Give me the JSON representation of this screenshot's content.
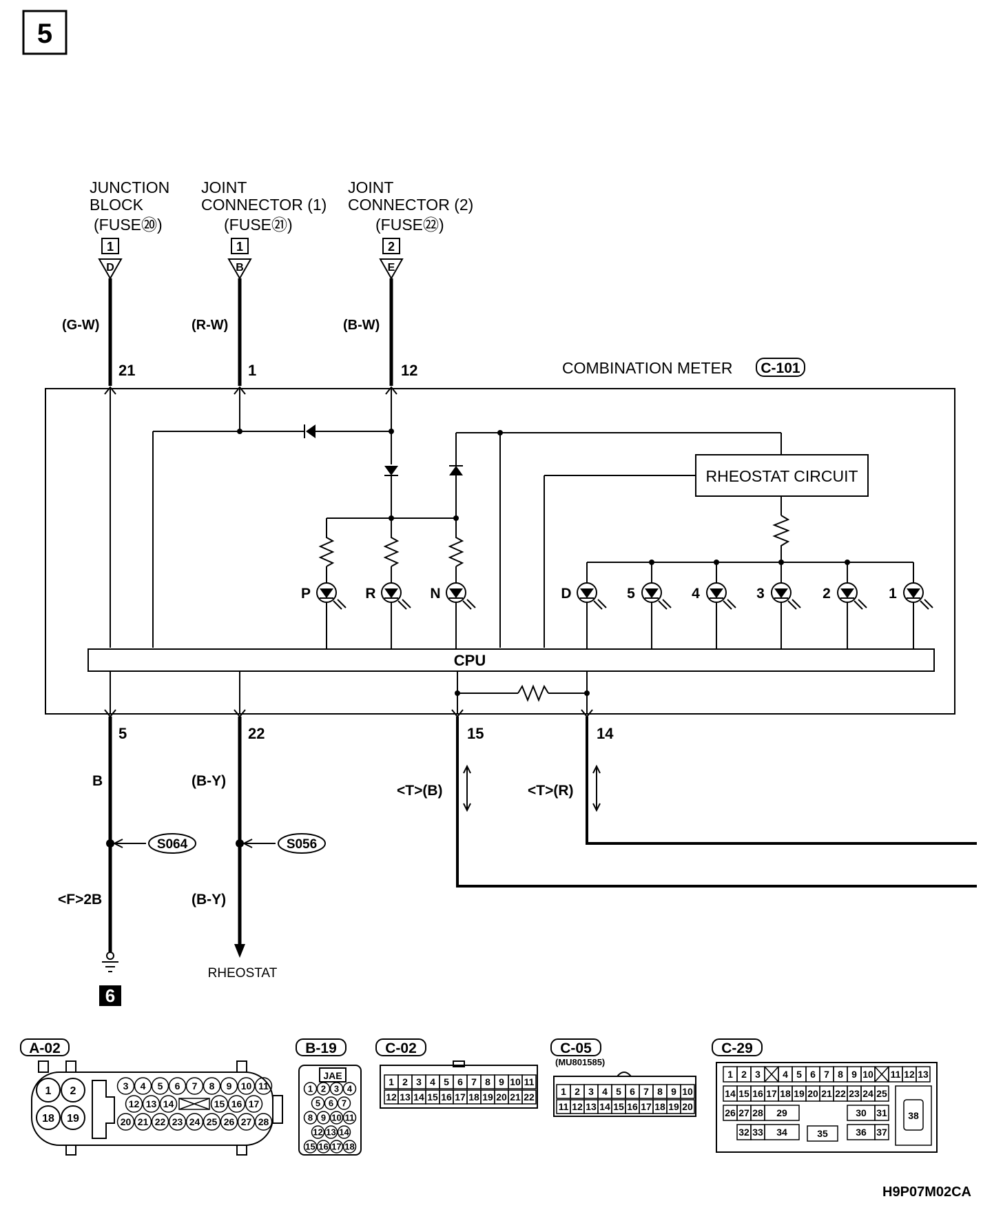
{
  "page_number": "5",
  "next_page": "6",
  "figure_code": "H9P07M02CA",
  "sources": [
    {
      "title_lines": [
        "JUNCTION",
        "BLOCK",
        "(FUSE⑳)"
      ],
      "box": "1",
      "terminal": "D",
      "wire": "(G-W)",
      "pin": "21"
    },
    {
      "title_lines": [
        "JOINT",
        "CONNECTOR (1)",
        "(FUSE㉑)"
      ],
      "box": "1",
      "terminal": "B",
      "wire": "(R-W)",
      "pin": "1"
    },
    {
      "title_lines": [
        "JOINT",
        "CONNECTOR (2)",
        "(FUSE㉒)"
      ],
      "box": "2",
      "terminal": "E",
      "wire": "(B-W)",
      "pin": "12"
    }
  ],
  "meter": {
    "label": "COMBINATION METER",
    "connector": "C-101"
  },
  "rheostat_circuit": "RHEOSTAT CIRCUIT",
  "cpu": "CPU",
  "lamps": [
    "P",
    "R",
    "N",
    "D",
    "5",
    "4",
    "3",
    "2",
    "1"
  ],
  "outputs": [
    {
      "pin": "5",
      "wire": "B",
      "splice": "S064",
      "wire2": "<F>2B"
    },
    {
      "pin": "22",
      "wire": "(B-Y)",
      "splice": "S056",
      "wire2": "(B-Y)",
      "dest": "RHEOSTAT"
    },
    {
      "pin": "15",
      "wire": "<T>(B)"
    },
    {
      "pin": "14",
      "wire": "<T>(R)"
    }
  ],
  "connectors": {
    "a02": {
      "label": "A-02",
      "big": [
        "1",
        "2",
        "18",
        "19"
      ],
      "row1": [
        "3",
        "4",
        "5",
        "6",
        "7",
        "8",
        "9",
        "10",
        "11"
      ],
      "row2a": [
        "12",
        "13",
        "14"
      ],
      "row2b": [
        "15",
        "16",
        "17"
      ],
      "row3": [
        "20",
        "21",
        "22",
        "23",
        "24",
        "25",
        "26",
        "27",
        "28"
      ]
    },
    "b19": {
      "label": "B-19",
      "tag": "JAE",
      "rows": [
        [
          "1",
          "2",
          "3",
          "4"
        ],
        [
          "5",
          "6",
          "7"
        ],
        [
          "8",
          "9",
          "10",
          "11"
        ],
        [
          "12",
          "13",
          "14"
        ],
        [
          "15",
          "16",
          "17",
          "18"
        ]
      ]
    },
    "c02": {
      "label": "C-02",
      "row1": [
        "1",
        "2",
        "3",
        "4",
        "5",
        "6",
        "7",
        "8",
        "9",
        "10",
        "11"
      ],
      "row2": [
        "12",
        "13",
        "14",
        "15",
        "16",
        "17",
        "18",
        "19",
        "20",
        "21",
        "22"
      ]
    },
    "c05": {
      "label": "C-05",
      "part": "(MU801585)",
      "row1": [
        "1",
        "2",
        "3",
        "4",
        "5",
        "6",
        "7",
        "8",
        "9",
        "10"
      ],
      "row2": [
        "11",
        "12",
        "13",
        "14",
        "15",
        "16",
        "17",
        "18",
        "19",
        "20"
      ]
    },
    "c29": {
      "label": "C-29",
      "row1": [
        "1",
        "2",
        "3",
        "",
        "4",
        "5",
        "6",
        "7",
        "8",
        "9",
        "10",
        "",
        "11",
        "12",
        "13"
      ],
      "row2": [
        "14",
        "15",
        "16",
        "17",
        "18",
        "19",
        "20",
        "21",
        "22",
        "23",
        "24",
        "25"
      ],
      "row3a": [
        "26",
        "27",
        "28"
      ],
      "big1": "29",
      "row3b": [
        "30",
        "31"
      ],
      "row4a": [
        "32",
        "33"
      ],
      "big2": "34",
      "big3": "35",
      "row4b": [
        "36",
        "37"
      ],
      "side": "38"
    }
  }
}
